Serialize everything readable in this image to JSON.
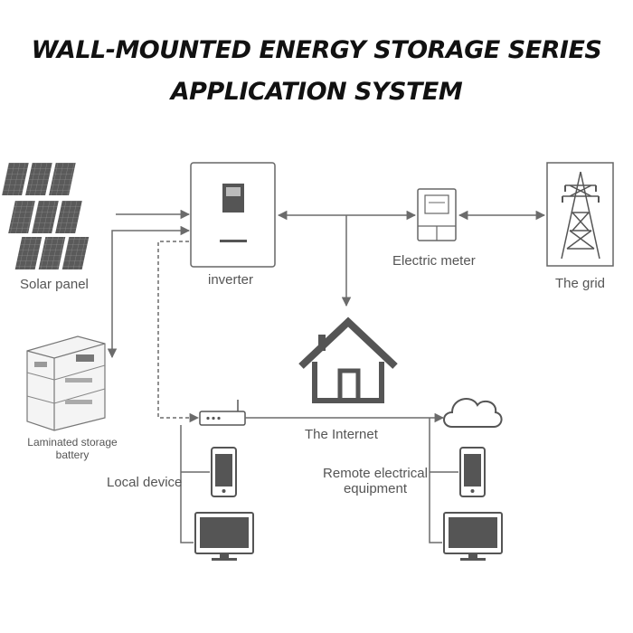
{
  "title": {
    "line1": "WALL-MOUNTED ENERGY STORAGE SERIES",
    "line2": "APPLICATION SYSTEM"
  },
  "labels": {
    "solar_panel": "Solar panel",
    "inverter": "inverter",
    "electric_meter": "Electric meter",
    "the_grid": "The grid",
    "battery_line1": "Laminated storage",
    "battery_line2": "battery",
    "the_internet": "The Internet",
    "local_device": "Local device",
    "remote_line1": "Remote electrical",
    "remote_line2": "equipment"
  },
  "icons": [
    "solar-panel-icon",
    "inverter-icon",
    "electric-meter-icon",
    "transmission-tower-icon",
    "house-icon",
    "router-icon",
    "cloud-icon",
    "battery-stack-icon",
    "phone-icon",
    "monitor-icon"
  ],
  "colors": {
    "line": "#6b6b6b",
    "icon_stroke": "#555555",
    "panel_fill": "#5a5a5a",
    "title": "#111111"
  }
}
